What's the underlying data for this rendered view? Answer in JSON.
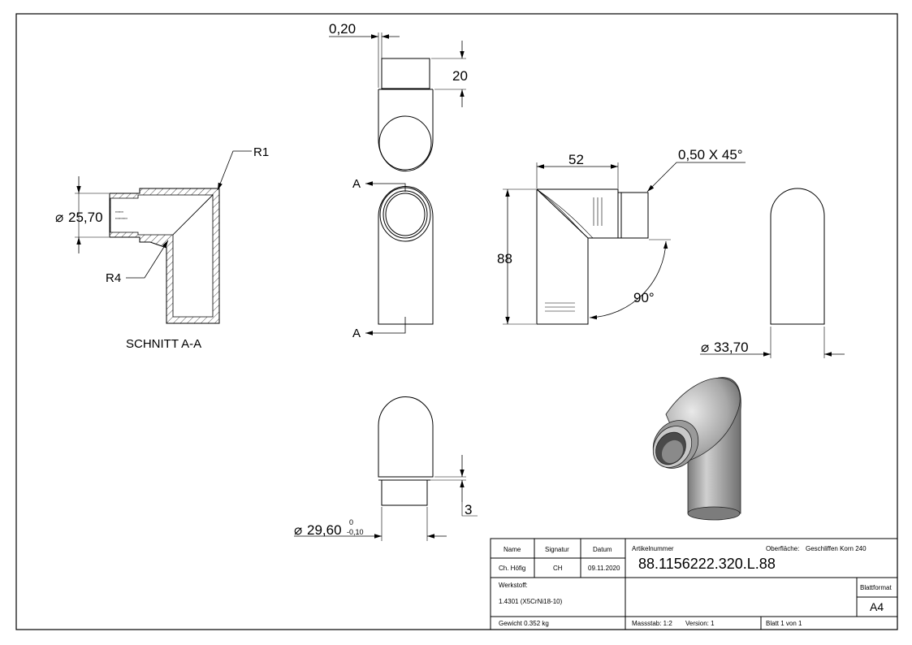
{
  "dimensions": {
    "wall_offset": "0,20",
    "collar_length": "20",
    "r1": "R1",
    "r4": "R4",
    "dia_inner": "25,70",
    "section_label": "SCHNITT A-A",
    "section_marker": "A",
    "width": "52",
    "chamfer": "0,50 X 45°",
    "height": "88",
    "angle": "90°",
    "dia_outer": "33,70",
    "step": "3",
    "dia_collar": "29,60",
    "tol_upper": "0",
    "tol_lower": "-0,10",
    "dia_symbol": "⌀"
  },
  "title_block": {
    "col_name": "Name",
    "col_signature": "Signatur",
    "col_date": "Datum",
    "name": "Ch. Höfig",
    "signature": "CH",
    "date": "09.11.2020",
    "article_label": "Artikelnummer",
    "article_number": "88.1156222.320.L.88",
    "surface_label": "Oberfläche:",
    "surface_value": "Geschliffen Korn 240",
    "material_label": "Werkstoff:",
    "material_value": "1.4301 (X5CrNi18-10)",
    "format_label": "Blattformat",
    "format_value": "A4",
    "weight": "Gewicht 0.352 kg",
    "scale": "Massstab: 1:2",
    "version": "Version: 1",
    "sheet": "Blatt 1 von 1"
  }
}
